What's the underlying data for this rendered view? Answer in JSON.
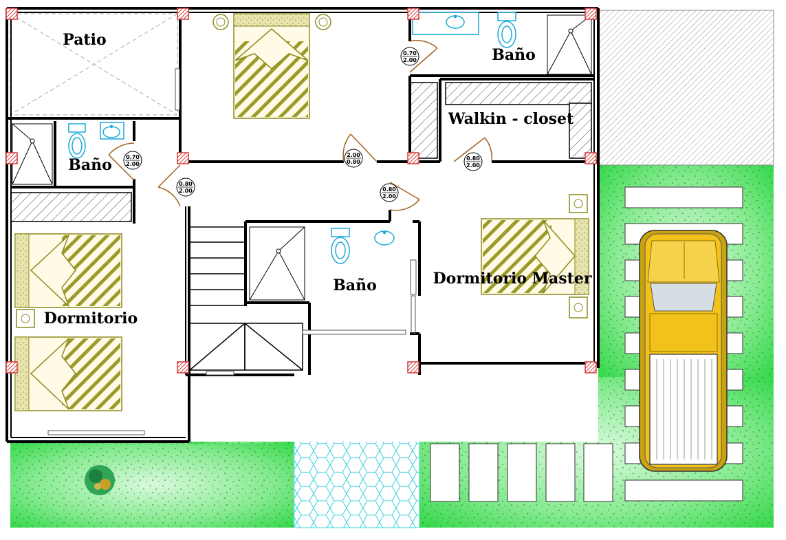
{
  "rooms": {
    "patio": "Patio",
    "bano_top": "Baño",
    "bano_left": "Baño",
    "bano_center": "Baño",
    "walkin": "Walkin - closet",
    "dormitorio": "Dormitorio",
    "master": "Dormitorio Master"
  },
  "doors": [
    {
      "w": "0.70",
      "h": "2.00"
    },
    {
      "w": "0.70",
      "h": "2.00"
    },
    {
      "w": "0.80",
      "h": "2.00"
    },
    {
      "w": "2.00",
      "h": "0.80"
    },
    {
      "w": "0.80",
      "h": "2.00"
    },
    {
      "w": "0.80",
      "h": "2.00"
    }
  ],
  "colors": {
    "wall": "#000000",
    "grass": "#3fdc52",
    "grass_light": "#c9f5cc",
    "paving": "#35d0e0",
    "fixture": "#1aa9d8",
    "furniture": "#8c8a1e",
    "door": "#a4601c",
    "column": "#d43a3a",
    "truck": "#f3c21a"
  },
  "icons": [
    "bed-icon",
    "toilet-icon",
    "sink-icon",
    "shower-icon",
    "shrub-icon",
    "truck-icon",
    "door-swing-icon",
    "column-icon"
  ]
}
